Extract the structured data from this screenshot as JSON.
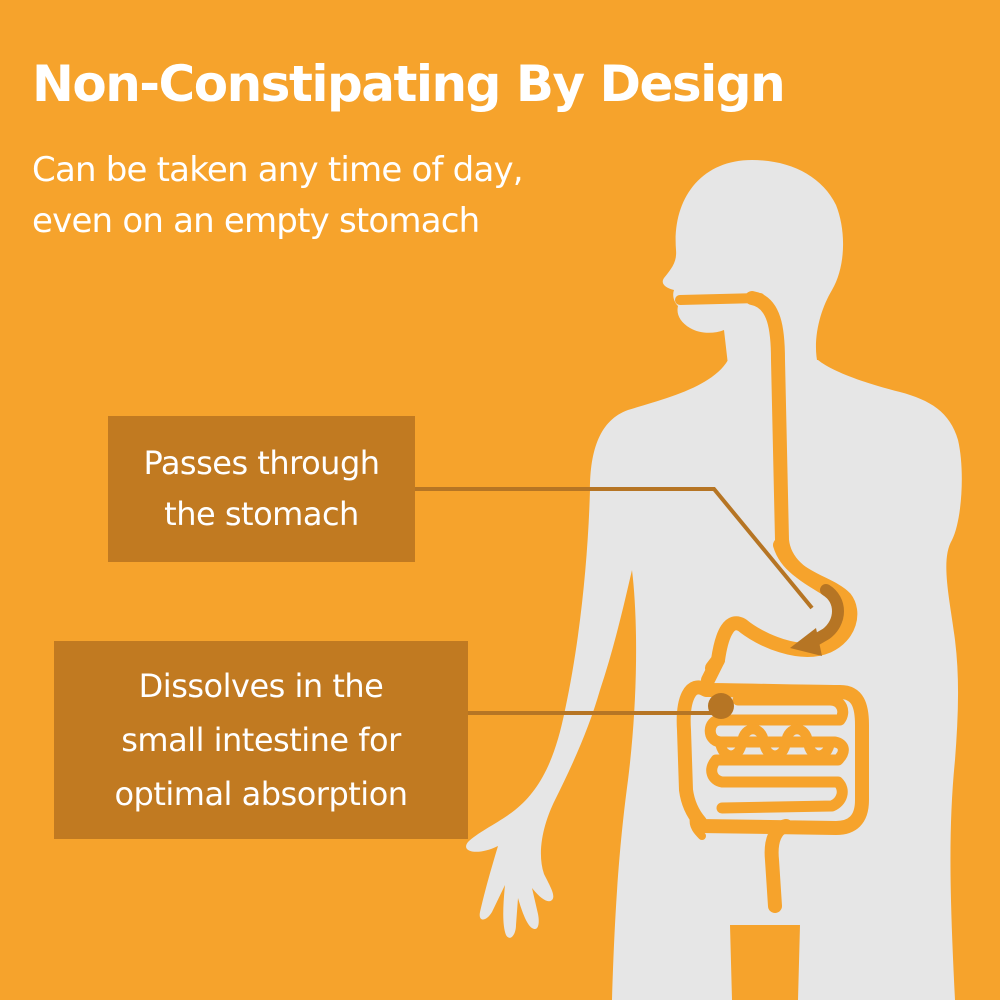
{
  "header": {
    "title": "Non-Constipating By Design",
    "subtitle_lines": [
      "Can be taken any time of day,",
      "even on an empty stomach"
    ]
  },
  "callouts": [
    {
      "lines": [
        "Passes through",
        "the stomach"
      ]
    },
    {
      "lines": [
        "Dissolves in the",
        "small intestine for",
        "optimal absorption"
      ]
    }
  ],
  "colors": {
    "background": "#f6a32c",
    "body_silhouette": "#e6e6e6",
    "digestive_tract": "#f6a32c",
    "callout_box": "#c17a21",
    "text": "#ffffff"
  }
}
